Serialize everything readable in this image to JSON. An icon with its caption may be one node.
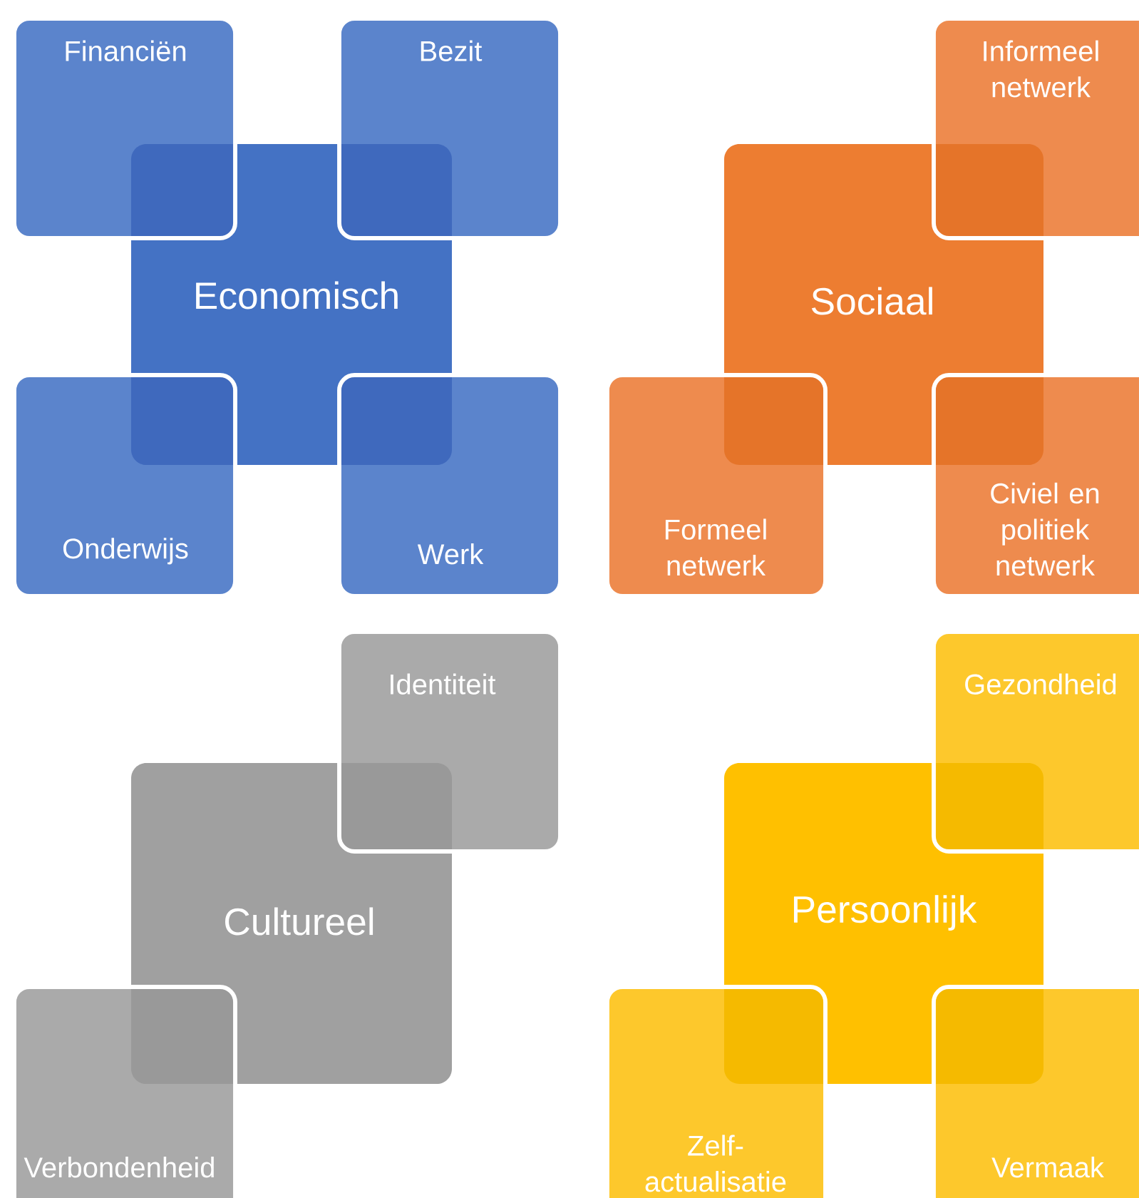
{
  "diagram": {
    "nodes": [
      {
        "text": [
          "Financiën"
        ]
      },
      {
        "text": [
          "Bezit"
        ]
      },
      {
        "text": [
          "Economisch"
        ]
      },
      {
        "text": [
          "Onderwijs"
        ]
      },
      {
        "text": [
          "Werk"
        ]
      },
      {
        "text": [
          "Informeel netwerk"
        ]
      },
      {
        "text": [
          "Sociaal"
        ]
      },
      {
        "text": [
          "Formeel netwerk"
        ]
      },
      {
        "text": [
          "Civiel en politiek netwerk"
        ]
      },
      {
        "text": [
          "Identiteit"
        ]
      },
      {
        "text": [
          "Cultureel"
        ]
      },
      {
        "text": [
          "Verbondenheid"
        ]
      },
      {
        "text": [
          "Gezondheid"
        ]
      },
      {
        "text": [
          "Persoonlijk"
        ]
      },
      {
        "text": [
          "Zelf-actualisatie"
        ]
      },
      {
        "text": [
          "Vermaak"
        ]
      }
    ]
  }
}
